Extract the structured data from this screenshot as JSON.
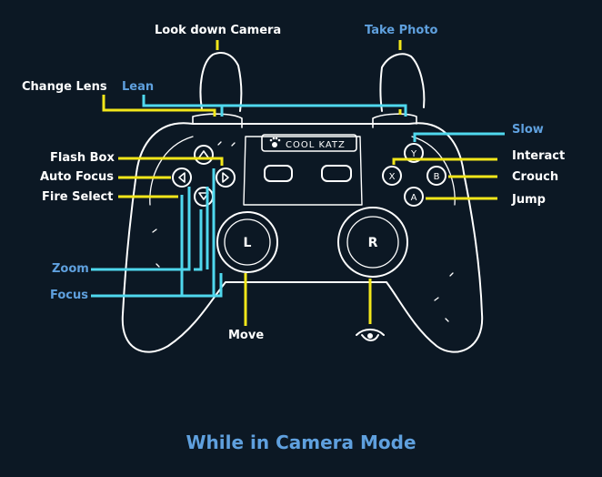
{
  "title": "While in Camera Mode",
  "brand": "COOL KATZ",
  "colors": {
    "background": "#0c1824",
    "white_label": "#ffffff",
    "blue_label": "#5fa0de",
    "yellow_line": "#f2e61a",
    "cyan_line": "#4fd8ee",
    "controller_outline": "#ffffff"
  },
  "labels": {
    "look_down_camera": "Look down Camera",
    "take_photo": "Take Photo",
    "change_lens": "Change Lens",
    "lean": "Lean",
    "slow": "Slow",
    "flash_box": "Flash Box",
    "interact": "Interact",
    "auto_focus": "Auto Focus",
    "crouch": "Crouch",
    "fire_select": "Fire Select",
    "jump": "Jump",
    "zoom": "Zoom",
    "focus": "Focus",
    "move": "Move"
  },
  "buttons": {
    "left_stick": "L",
    "right_stick": "R",
    "face_y": "Y",
    "face_x": "X",
    "face_b": "B",
    "face_a": "A"
  },
  "icons": {
    "brand_logo": "paw-icon",
    "right_stick_action": "eye-icon"
  }
}
